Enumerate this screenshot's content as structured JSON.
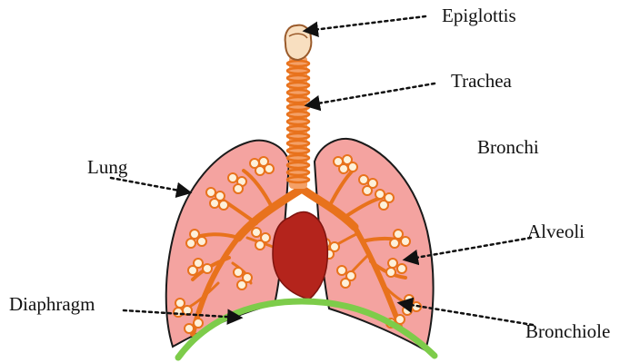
{
  "labels": {
    "epiglottis": "Epiglottis",
    "trachea": "Trachea",
    "bronchi": "Bronchi",
    "lung": "Lung",
    "alveoli": "Alveoli",
    "diaphragm": "Diaphragm",
    "bronchiole": "Bronchiole"
  },
  "colors": {
    "lung_fill": "#f4a3a0",
    "lung_outline": "#1a1a1a",
    "airway": "#e8721c",
    "airway_dark": "#b85410",
    "alveolus_fill": "#fdf1da",
    "heart": "#b4241c",
    "diaphragm": "#7dcc4a",
    "epiglottis": "#f8dfc0",
    "pointer": "#111111"
  },
  "icons": [
    "epiglottis-icon",
    "trachea-icon",
    "lung-icon",
    "heart-icon",
    "diaphragm-icon",
    "alveoli-cluster-icon"
  ]
}
